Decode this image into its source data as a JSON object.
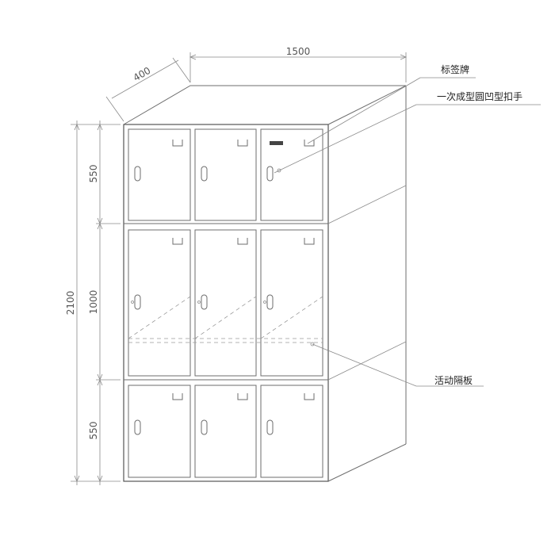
{
  "dimensions": {
    "width": "1500",
    "depth": "400",
    "total_height": "2100",
    "top_section": "550",
    "middle_section": "1000",
    "bottom_section": "550"
  },
  "labels": {
    "name_plate": "标签牌",
    "handle": "一次成型圆凹型扣手",
    "shelf": "活动隔板"
  },
  "colors": {
    "line": "#6e6e6e",
    "text": "#333333",
    "background": "#ffffff"
  }
}
